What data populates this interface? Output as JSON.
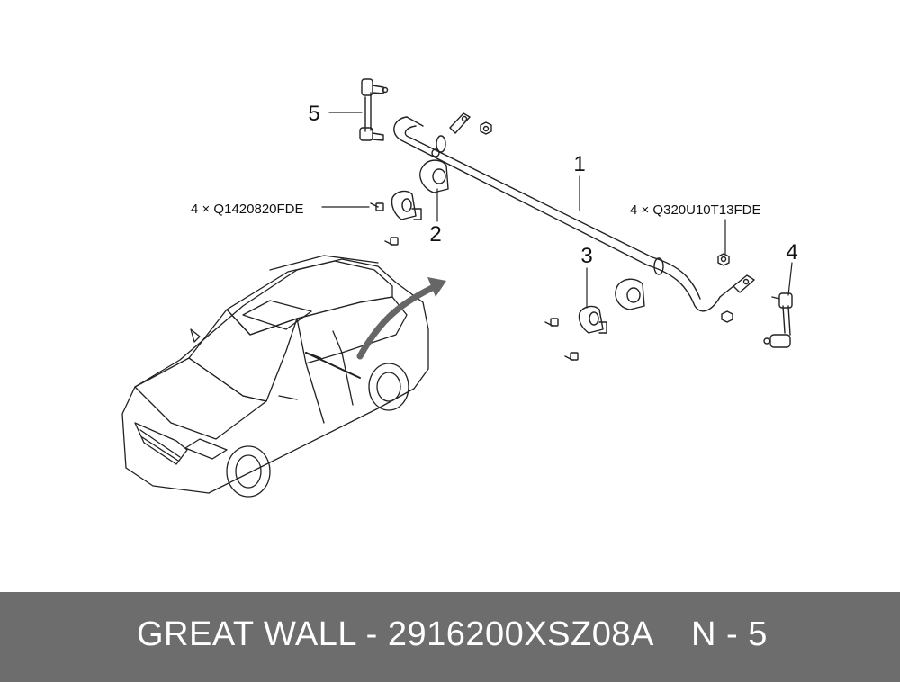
{
  "callouts": {
    "c1": "1",
    "c2": "2",
    "c3": "3",
    "c4": "4",
    "c5": "5"
  },
  "part_labels": {
    "bolt_ref": "4 × Q1420820FDE",
    "nut_ref": "4 × Q320U10T13FDE"
  },
  "footer": {
    "brand_part": "GREAT WALL - 2916200XSZ08A",
    "page": "N - 5",
    "background": "#6d6d6d",
    "text_color": "#ffffff"
  }
}
